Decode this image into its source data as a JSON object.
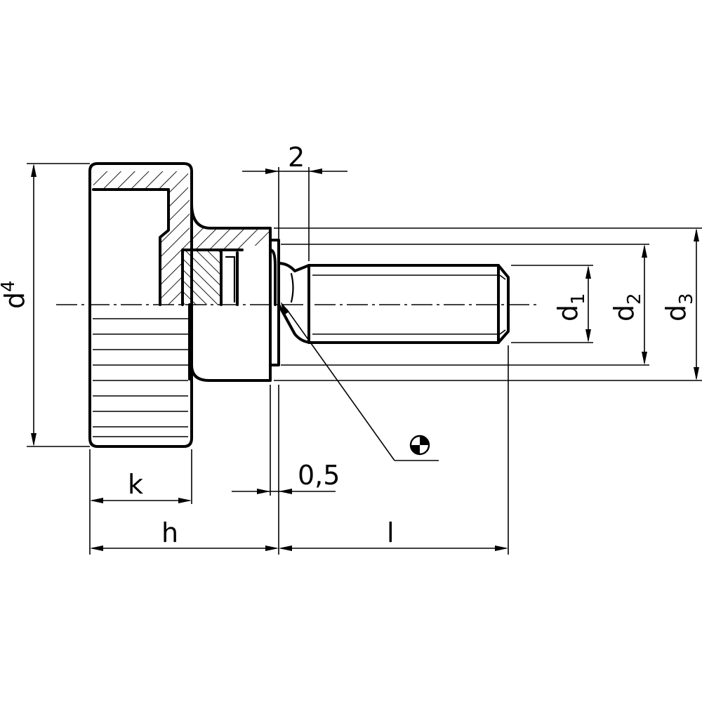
{
  "labels": {
    "d4": "d",
    "d4_sub": "4",
    "d1": "d",
    "d1_sub": "1",
    "d2": "d",
    "d2_sub": "2",
    "d3": "d",
    "d3_sub": "3",
    "k": "k",
    "h": "h",
    "l": "l",
    "dim_2": "2",
    "dim_05": "0,5"
  }
}
